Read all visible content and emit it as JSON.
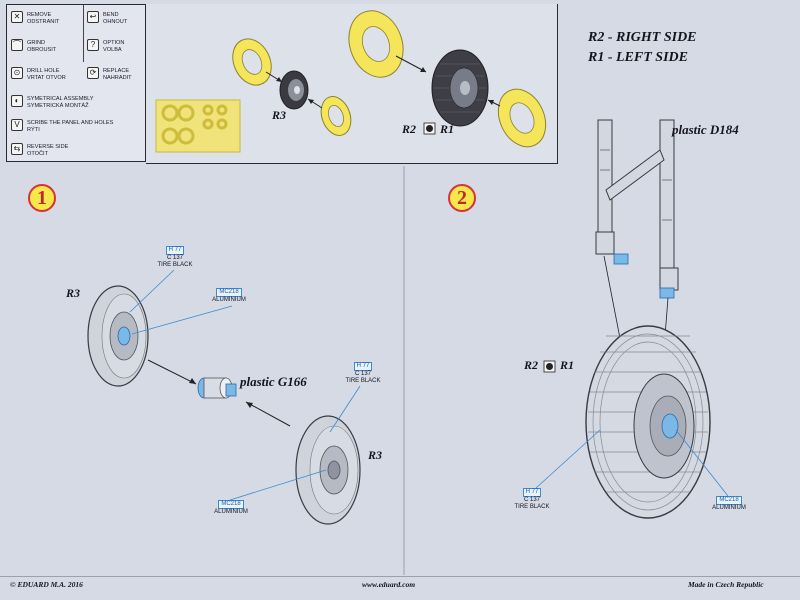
{
  "legend": {
    "items": [
      {
        "icon": "remove-icon",
        "glyph": "✕",
        "text": [
          "REMOVE",
          "ODSTRANIT"
        ]
      },
      {
        "icon": "bend-icon",
        "glyph": "↩",
        "text": [
          "BEND",
          "OHNOUT"
        ]
      },
      {
        "icon": "grind-icon",
        "glyph": "⌒",
        "text": [
          "GRIND",
          "OBROUSIT"
        ]
      },
      {
        "icon": "option-icon",
        "glyph": "?",
        "text": [
          "OPTION",
          "VOLBA"
        ]
      },
      {
        "icon": "drill-icon",
        "glyph": "⊙",
        "text": [
          "DRILL HOLE",
          "VRTAT OTVOR"
        ]
      },
      {
        "icon": "replace-icon",
        "glyph": "⟳",
        "text": [
          "REPLACE",
          "NAHRADIT"
        ]
      },
      {
        "icon": "symmetric-icon",
        "glyph": "◐",
        "text": [
          "SYMETRICAL ASSEMBLY",
          "SYMETRICKÁ MONTÁŽ"
        ]
      },
      {
        "icon": "scribe-icon",
        "glyph": "V",
        "text": [
          "SCRIBE THE PANEL AND HOLES",
          "RÝTI"
        ]
      },
      {
        "icon": "reverse-icon",
        "glyph": "⇆",
        "text": [
          "REVERSE SIDE",
          "OTOČIT"
        ]
      }
    ]
  },
  "top": {
    "r3_label": "R3",
    "r2r1_label_a": "R2",
    "r2r1_label_b": "R1"
  },
  "side_labels": {
    "line1": "R2 - RIGHT SIDE",
    "line2": "R1 - LEFT SIDE"
  },
  "step1": {
    "number": "1",
    "r3_top": "R3",
    "r3_bottom": "R3",
    "plastic": "plastic G166",
    "callout_tire1": {
      "code": "H 77",
      "code2": "C 137",
      "name": "TIRE BLACK"
    },
    "callout_alu1": {
      "code": "MC218",
      "name": "ALUMINIUM"
    },
    "callout_tire2": {
      "code": "H 77",
      "code2": "C 137",
      "name": "TIRE BLACK"
    },
    "callout_alu2": {
      "code": "MC218",
      "name": "ALUMINIUM"
    }
  },
  "step2": {
    "number": "2",
    "plastic": "plastic D184",
    "r2": "R2",
    "r1": "R1",
    "callout_tire": {
      "code": "H 77",
      "code2": "C 137",
      "name": "TIRE BLACK"
    },
    "callout_alu": {
      "code": "MC218",
      "name": "ALUMINIUM"
    }
  },
  "footer": {
    "left": "© EDUARD  M.A. 2016",
    "center": "www.eduard.com",
    "right": "Made in Czech Republic"
  },
  "colors": {
    "pe_yellow": "#f4e55a",
    "tire_dark": "#3a3a42",
    "hub_blue": "#7ab8e8",
    "callout_blue": "#3a8ad4",
    "step_red": "#d8323a"
  }
}
